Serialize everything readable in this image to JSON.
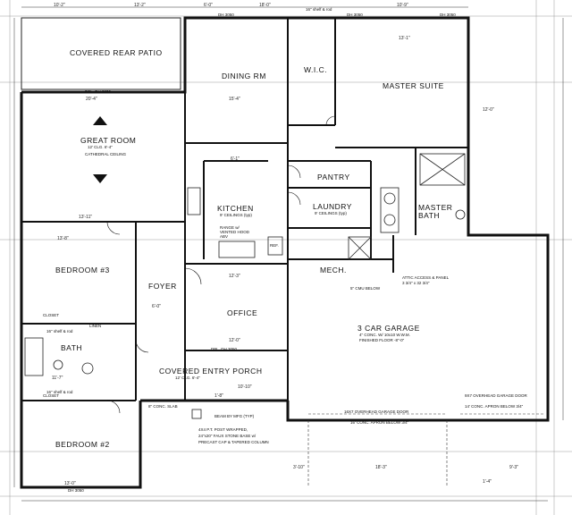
{
  "rooms": {
    "covered_rear_patio": "COVERED REAR PATIO",
    "dining_rm": "DINING RM",
    "wic": "W.I.C.",
    "master_suite": "MASTER SUITE",
    "great_room": "GREAT ROOM",
    "great_room_clg": "12' CLG. 6'-4\"",
    "cathedral_ceiling": "CATHEDRAL CEILING",
    "kitchen": "KITCHEN",
    "kitchen_clg": "9' CEILINGS (typ)",
    "pantry": "PANTRY",
    "laundry": "LAUNDRY",
    "laundry_clg": "9' CEILINGS (typ)",
    "master_bath": "MASTER BATH",
    "bedroom3": "BEDROOM #3",
    "foyer": "FOYER",
    "office": "OFFICE",
    "mech": "MECH.",
    "garage": "3 CAR GARAGE",
    "garage_note1": "4\" CONC. W/ 10x10 W.W.M.",
    "garage_note2": "FINISHED FLOOR -8\"-0\"",
    "bath": "BATH",
    "covered_entry_porch": "COVERED ENTRY PORCH",
    "entry_clg": "12' CLG. 6'-4\"",
    "bedroom2": "BEDROOM #2",
    "closet": "CLOSET",
    "linen": "LINEN"
  },
  "notes": {
    "beam_by_mfg": "BEAM BY MFG (TYP)",
    "post_note1": "4X4 P.T. POST WRAPPED,",
    "post_note2": "24\"x20\" FAUX STONE BASE w/",
    "post_note3": "PRECAST CAP & TAPERED COLUMN",
    "attic_access1": "ATTIC ACCESS & PANEL",
    "attic_access2": "3 3/4\" x 32 3/4\"",
    "overhead_door1": "16X7 OVERHEAD GARAGE DOOR",
    "overhead_door2": "9X7 OVERHEAD GARAGE DOOR",
    "conc_apron1": "16' CONC. APRON BELOW 3/4\"",
    "conc_apron2": "14' CONC. APRON BELOW 3/4\"",
    "sixteen_shelf": "16\" shelf & rod",
    "window_dh3050": "DH 3050",
    "window_dbl_dh3050": "DBL. DH 3050",
    "range": "RANGE w/ VENTED HOOD ABV",
    "ref": "REF.",
    "conc_slab": "8\" CONC. SLAB",
    "five_ft_below": "5\" CMU BELOW"
  },
  "dims": {
    "d1": "10'-2\"",
    "d2": "13'-2\"",
    "d3": "6'-0\"",
    "d4": "18'-0\"",
    "d5": "10'-9\"",
    "d6": "13'-1\"",
    "d7": "15'-4\"",
    "d8": "12'-0\"",
    "d9": "13'-11\"",
    "d10": "13'-8\"",
    "d11": "12'-3\"",
    "d12": "12'-0\"",
    "d13": "13'-0\"",
    "d14": "10'-10\"",
    "d15": "18'-3\"",
    "d16": "9'-3\"",
    "d17": "3'-10\"",
    "d18": "1'-8\"",
    "d19": "20'-4\"",
    "d20": "11'-7\"",
    "d21": "6'-0\"",
    "d22": "1'-4\"",
    "d23": "6'-1\""
  }
}
